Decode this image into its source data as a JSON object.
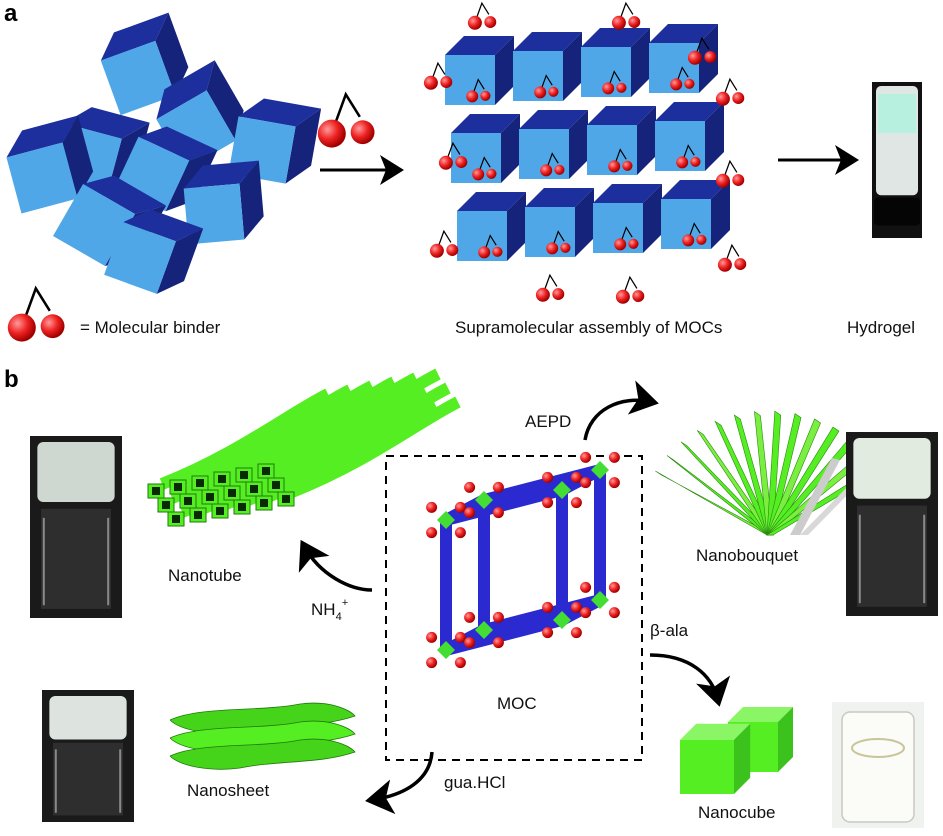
{
  "panels": {
    "a": "a",
    "b": "b"
  },
  "panel_a": {
    "binder_legend": "= Molecular binder",
    "assembly_caption": "Supramolecular assembly of MOCs",
    "hydrogel_caption": "Hydrogel"
  },
  "panel_b": {
    "center_label": "MOC",
    "routes": [
      {
        "reagent": "AEPD",
        "product": "Nanobouquet"
      },
      {
        "reagent": "NH",
        "reagent_sub": "4",
        "reagent_sup": "+",
        "product": "Nanotube"
      },
      {
        "reagent": "β-ala",
        "product": "Nanocube"
      },
      {
        "reagent": "gua.HCl",
        "product": "Nanosheet"
      }
    ]
  },
  "colors": {
    "cube_light": "#4fa7e8",
    "cube_dark": "#1c2f9c",
    "binder_red": "#ee2222",
    "nanostructure_green": "#55ee22",
    "moc_rod_blue": "#2a2ad0"
  }
}
